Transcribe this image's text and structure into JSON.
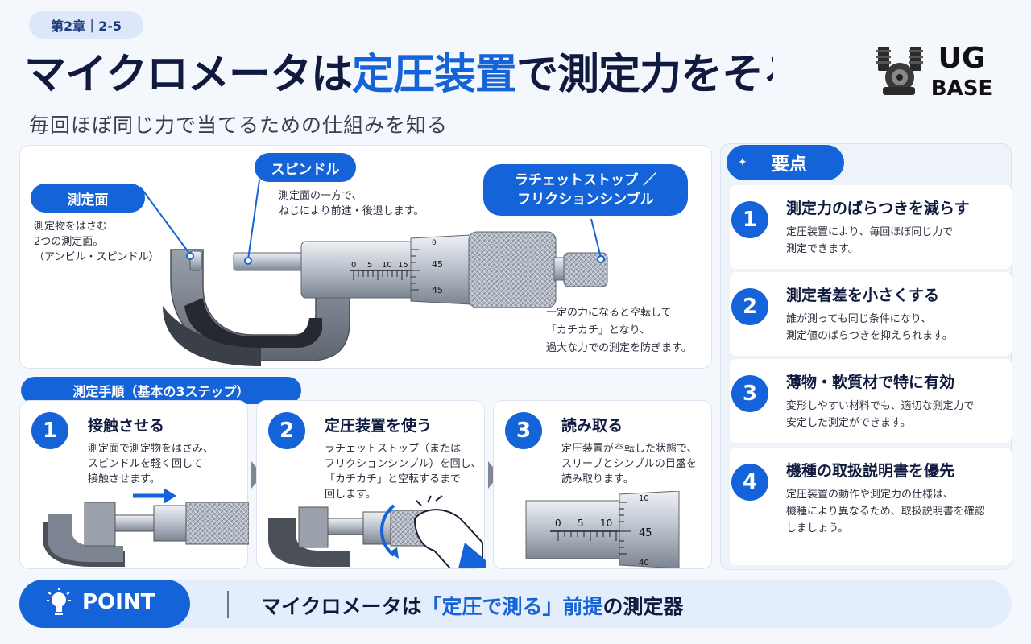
{
  "chapter": "第2章｜2-5",
  "title": {
    "part1": "マイクロメータは",
    "highlight": "定圧装置",
    "part2": "で測定力をそろえる"
  },
  "subtitle": "毎回ほぼ同じ力で当てるための仕組みを知る",
  "logo": {
    "line1": "UG",
    "line2": "BASE"
  },
  "diagram": {
    "face": {
      "label": "測定面",
      "desc": [
        "測定物をはさむ",
        "2つの測定面。",
        "（アンビル・スピンドル）"
      ]
    },
    "spindle": {
      "label": "スピンドル",
      "desc": [
        "測定面の一方で、",
        "ねじにより前進・後退します。"
      ]
    },
    "ratchet": {
      "label": [
        "ラチェットストップ ／",
        "フリクションシンブル"
      ],
      "desc": [
        "一定の力になると空転して",
        "「カチカチ」となり、",
        "過大な力での測定を防ぎます。"
      ]
    },
    "sleeve_scale": [
      "0",
      "5",
      "10",
      "15"
    ],
    "thimble_scale": [
      "0",
      "45",
      "45"
    ]
  },
  "keypoints": {
    "title": "要点",
    "items": [
      {
        "num": "1",
        "title": "測定力のばらつきを減らす",
        "desc": [
          "定圧装置により、毎回ほぼ同じ力で",
          "測定できます。"
        ]
      },
      {
        "num": "2",
        "title": "測定者差を小さくする",
        "desc": [
          "誰が測っても同じ条件になり、",
          "測定値のばらつきを抑えられます。"
        ]
      },
      {
        "num": "3",
        "title": "薄物・軟質材で特に有効",
        "desc": [
          "変形しやすい材料でも、適切な測定力で",
          "安定した測定ができます。"
        ]
      },
      {
        "num": "4",
        "title": "機種の取扱説明書を優先",
        "desc": [
          "定圧装置の動作や測定力の仕様は、",
          "機種により異なるため、取扱説明書を確認",
          "しましょう。"
        ]
      }
    ]
  },
  "steps": {
    "title": "測定手順（基本の3ステップ）",
    "items": [
      {
        "num": "1",
        "title": "接触させる",
        "desc": [
          "測定面で測定物をはさみ、",
          "スピンドルを軽く回して",
          "接触させます。"
        ]
      },
      {
        "num": "2",
        "title": "定圧装置を使う",
        "desc": [
          "ラチェットストップ（または",
          "フリクションシンブル）を回し、",
          "「カチカチ」と空転するまで",
          "回します。"
        ]
      },
      {
        "num": "3",
        "title": "読み取る",
        "desc": [
          "定圧装置が空転した状態で、",
          "スリーブとシンブルの目盛を",
          "読み取ります。"
        ]
      }
    ],
    "reading_scale": {
      "sleeve": [
        "0",
        "5",
        "10"
      ],
      "thimble": [
        "10",
        "45",
        "40"
      ]
    }
  },
  "point": {
    "label": "POINT",
    "text1": "マイクロメータは",
    "highlight": "「定圧で測る」前提",
    "text2": "の測定器"
  },
  "colors": {
    "accent": "#1463d8",
    "navy": "#101a3e",
    "panel": "#ffffff"
  }
}
